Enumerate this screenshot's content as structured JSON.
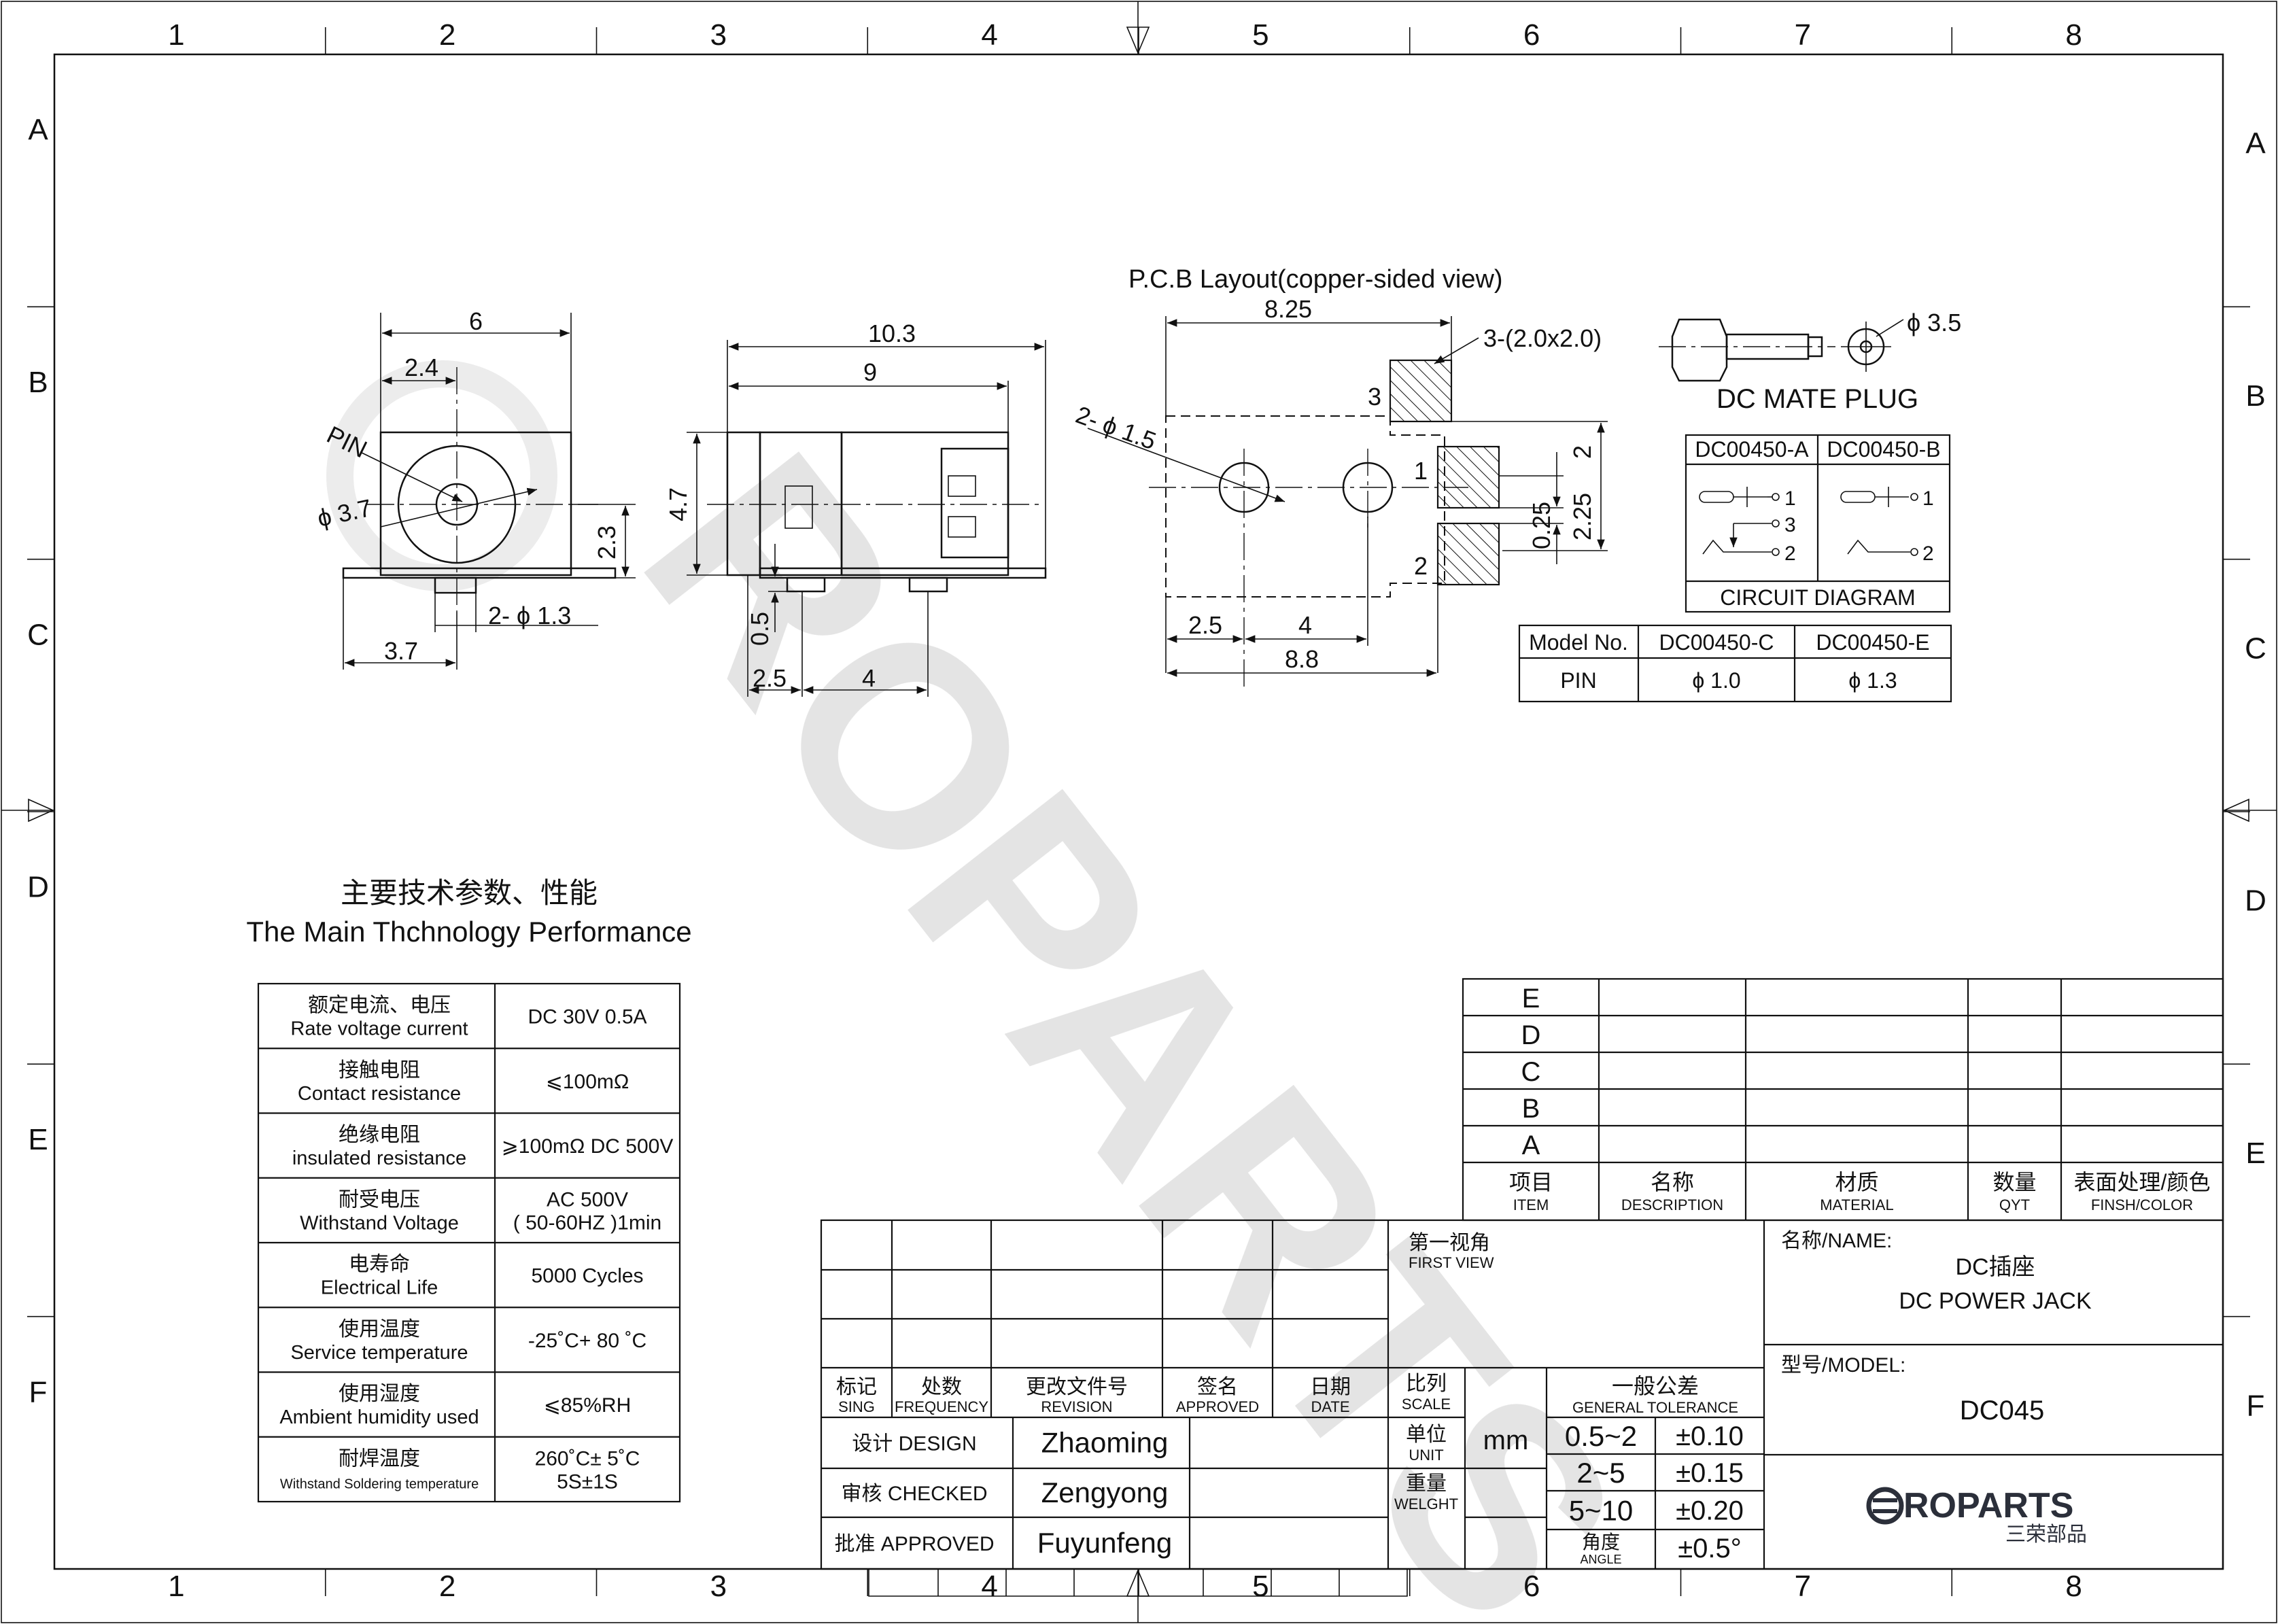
{
  "frame": {
    "columns": [
      "1",
      "2",
      "3",
      "4",
      "5",
      "6",
      "7",
      "8"
    ],
    "rows": [
      "A",
      "B",
      "C",
      "D",
      "E",
      "F"
    ]
  },
  "front_view": {
    "dims": {
      "width": "6",
      "offset": "2.4",
      "height": "2.3",
      "base": "3.7"
    },
    "pin_label": "PIN",
    "pin_dia": "ϕ 3.7",
    "holes": "2- ϕ 1.3"
  },
  "side_view": {
    "dims": {
      "length": "10.3",
      "body": "9",
      "height": "4.7",
      "leg": "0.5",
      "pitch1": "2.5",
      "pitch2": "4"
    }
  },
  "pcb": {
    "title": "P.C.B Layout(copper-sided view)",
    "dims": {
      "width": "8.25",
      "hole_dia": "2- ϕ 1.5",
      "pads": "3-(2.0x2.0)",
      "d1": "2",
      "d2": "2.25",
      "d3": "0.25",
      "p1": "2.5",
      "p2": "4",
      "total": "8.8"
    },
    "pad_labels": [
      "3",
      "1",
      "2"
    ]
  },
  "mate_plug": {
    "title": "DC MATE PLUG",
    "dia": "ϕ 3.5"
  },
  "circuit": {
    "headers": [
      "DC00450-A",
      "DC00450-B"
    ],
    "pins_a": [
      "1",
      "3",
      "2"
    ],
    "pins_b": [
      "1",
      "2"
    ],
    "caption": "CIRCUIT DIAGRAM"
  },
  "model_table": {
    "rows": [
      [
        "Model No.",
        "DC00450-C",
        "DC00450-E"
      ],
      [
        "PIN",
        "ϕ 1.0",
        "ϕ 1.3"
      ]
    ]
  },
  "perf": {
    "title_cn": "主要技术参数、性能",
    "title_en": "The Main Thchnology Performance",
    "rows": [
      {
        "cn": "额定电流、电压",
        "en": "Rate voltage current",
        "value": "DC 30V   0.5A"
      },
      {
        "cn": "接触电阻",
        "en": "Contact resistance",
        "value": "⩽100mΩ"
      },
      {
        "cn": "绝缘电阻",
        "en": "insulated resistance",
        "value": "⩾100mΩ DC 500V"
      },
      {
        "cn": "耐受电压",
        "en": "Withstand Voltage",
        "value": "AC 500V",
        "value2": "( 50-60HZ )1min"
      },
      {
        "cn": "电寿命",
        "en": "Electrical Life",
        "value": "5000 Cycles"
      },
      {
        "cn": "使用温度",
        "en": "Service temperature",
        "value": "-25˚C+ 80 ˚C"
      },
      {
        "cn": "使用湿度",
        "en": "Ambient humidity used",
        "value": "⩽85%RH"
      },
      {
        "cn": "耐焊温度",
        "en": "Withstand Soldering temperature",
        "value": "260˚C± 5˚C",
        "value2": "5S±1S"
      }
    ]
  },
  "bom": {
    "rows": [
      "E",
      "D",
      "C",
      "B",
      "A"
    ],
    "headers": [
      {
        "cn": "项目",
        "en": "ITEM"
      },
      {
        "cn": "名称",
        "en": "DESCRIPTION"
      },
      {
        "cn": "材质",
        "en": "MATERIAL"
      },
      {
        "cn": "数量",
        "en": "QYT"
      },
      {
        "cn": "表面处理/颜色",
        "en": "FINSH/COLOR"
      }
    ]
  },
  "revision": {
    "headers": [
      {
        "cn": "标记",
        "en": "SING"
      },
      {
        "cn": "处数",
        "en": "FREQUENCY"
      },
      {
        "cn": "更改文件号",
        "en": "REVISION"
      },
      {
        "cn": "签名",
        "en": "APPROVED"
      },
      {
        "cn": "日期",
        "en": "DATE"
      }
    ]
  },
  "signoff": [
    {
      "label": "设计 DESIGN",
      "name": "Zhaoming"
    },
    {
      "label": "审核 CHECKED",
      "name": "Zengyong"
    },
    {
      "label": "批准 APPROVED",
      "name": "Fuyunfeng"
    }
  ],
  "view": {
    "cn": "第一视角",
    "en": "FIRST VIEW"
  },
  "scale": {
    "cn": "比列",
    "en": "SCALE"
  },
  "unit": {
    "cn": "单位",
    "en": "UNIT",
    "value": "mm"
  },
  "weight": {
    "cn": "重量",
    "en": "WELGHT"
  },
  "tolerance": {
    "cn": "一般公差",
    "en": "GENERAL TOLERANCE",
    "rows": [
      [
        "0.5~2",
        "±0.10"
      ],
      [
        "2~5",
        "±0.15"
      ],
      [
        "5~10",
        "±0.20"
      ]
    ],
    "angle_cn": "角度",
    "angle_en": "ANGLE",
    "angle_value": "±0.5°"
  },
  "title_block": {
    "name_label": "名称/NAME:",
    "name_cn": "DC插座",
    "name_en": "DC POWER JACK",
    "model_label": "型号/MODEL:",
    "model": "DC045",
    "logo": "ROPARTS",
    "logo_cn": "三荣部品"
  },
  "watermark": "ROPARTS"
}
